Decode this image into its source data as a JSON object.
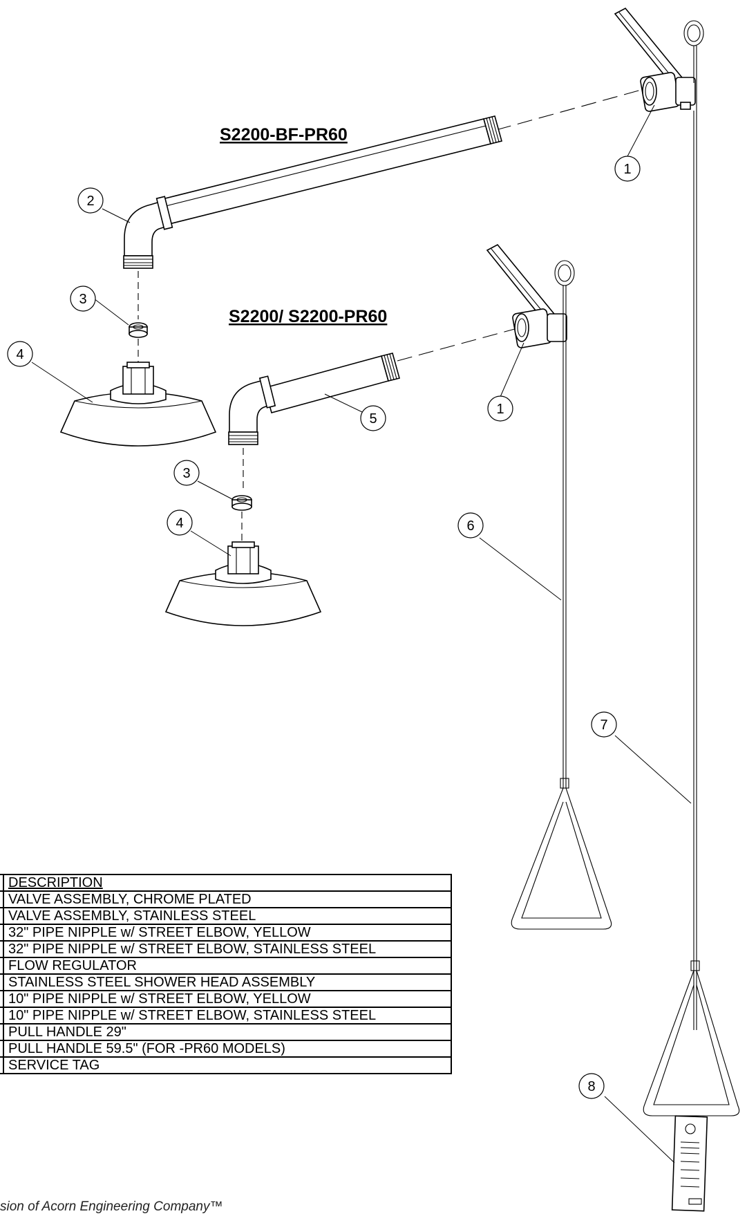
{
  "titles": {
    "bf_model": "S2200-BF-PR60",
    "std_model": "S2200/ S2200-PR60"
  },
  "callouts": [
    "1",
    "2",
    "3",
    "4",
    "1",
    "5",
    "3",
    "4",
    "6",
    "7",
    "8"
  ],
  "bom": {
    "header": "DESCRIPTION",
    "rows": [
      "VALVE ASSEMBLY, CHROME PLATED",
      "VALVE ASSEMBLY, STAINLESS STEEL",
      "32\" PIPE NIPPLE w/ STREET ELBOW, YELLOW",
      "32\" PIPE NIPPLE w/ STREET ELBOW, STAINLESS STEEL",
      "FLOW REGULATOR",
      "STAINLESS STEEL SHOWER HEAD ASSEMBLY",
      "10\" PIPE NIPPLE w/ STREET ELBOW, YELLOW",
      "10\" PIPE NIPPLE w/ STREET ELBOW, STAINLESS STEEL",
      "PULL HANDLE 29\"",
      "PULL HANDLE 59.5\" (FOR -PR60 MODELS)",
      "SERVICE TAG"
    ]
  },
  "footer": "sion of Acorn Engineering Company™"
}
